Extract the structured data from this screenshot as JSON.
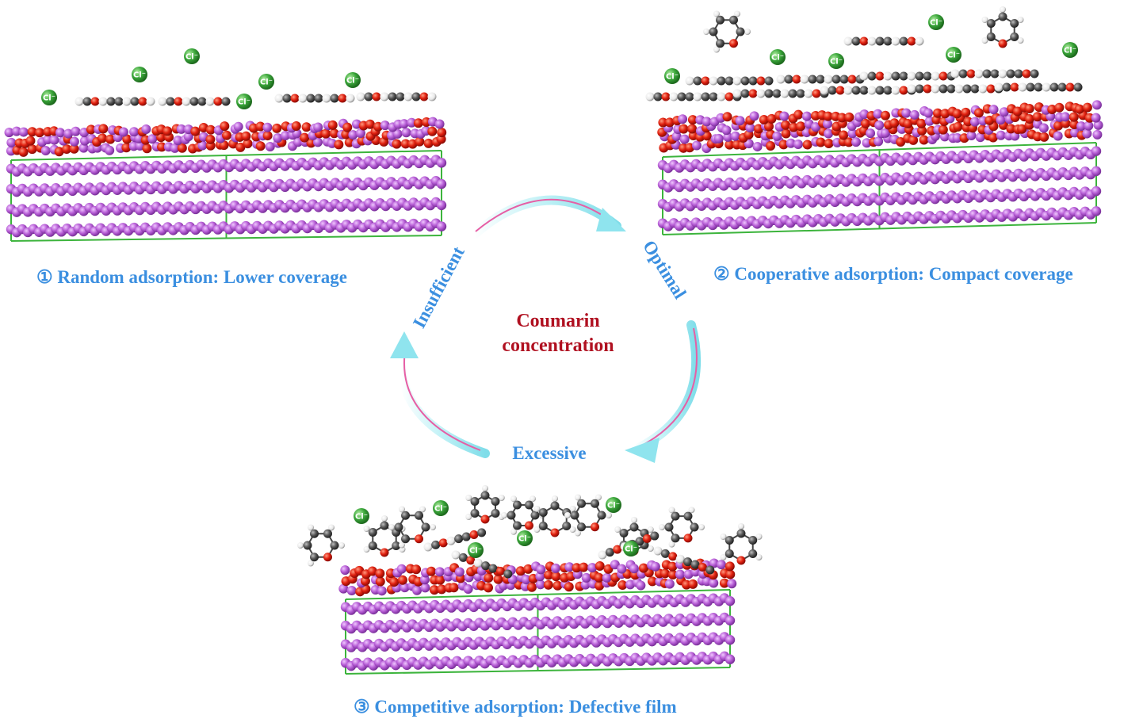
{
  "center": {
    "line1": "Coumarin",
    "line2": "concentration"
  },
  "arrows": {
    "insufficient": "Insufficient",
    "optimal": "Optimal",
    "excessive": "Excessive"
  },
  "panels": [
    {
      "caption": "① Random adsorption: Lower coverage"
    },
    {
      "caption": "② Cooperative adsorption: Compact coverage"
    },
    {
      "caption": "③ Competitive adsorption: Defective film"
    }
  ],
  "ion_label": "Cl⁻",
  "colors": {
    "caption_blue": "#3b8fe0",
    "center_red": "#b01020",
    "metal_violet": "#b75ed6",
    "oxygen_red": "#e0200f",
    "carbon_gray": "#555555",
    "hydrogen_white": "#f2f2f2",
    "chloride_green": "#3aa63a",
    "cell_green": "#3cb43c",
    "arrow_cyan": "#8fe4ee",
    "arrow_pink": "#e65fa5"
  }
}
